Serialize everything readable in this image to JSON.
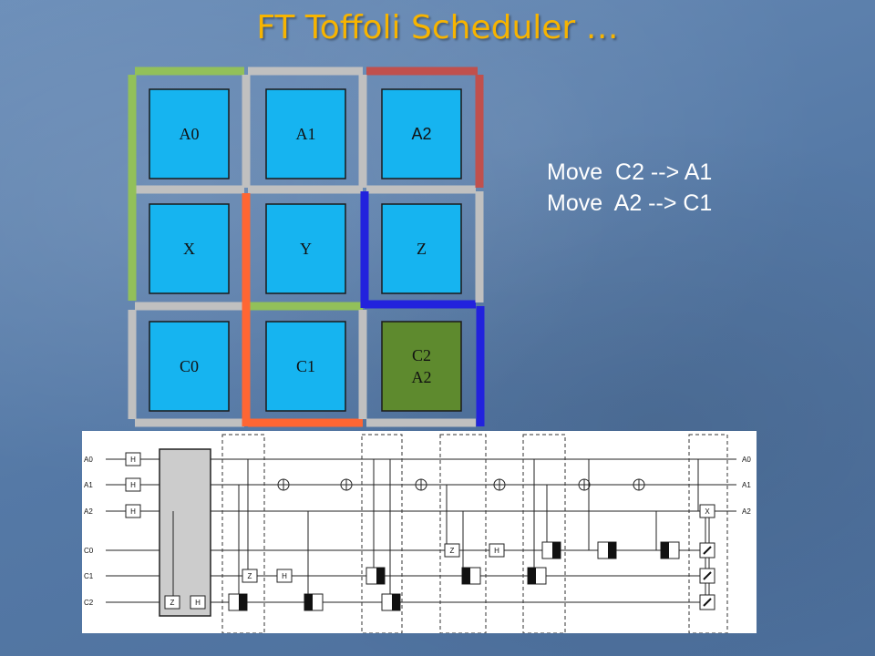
{
  "title": "FT Toffoli Scheduler …",
  "moves": [
    "Move  C2 --> A1",
    "Move  A2 --> C1"
  ],
  "grid_cells": [
    {
      "label": "A0",
      "row": 0,
      "col": 0,
      "fill": "#16b4f0"
    },
    {
      "label": "A1",
      "row": 0,
      "col": 1,
      "fill": "#16b4f0"
    },
    {
      "label": "A2",
      "row": 0,
      "col": 2,
      "fill": "#16b4f0",
      "font": "sans"
    },
    {
      "label": "X",
      "row": 1,
      "col": 0,
      "fill": "#16b4f0"
    },
    {
      "label": "Y",
      "row": 1,
      "col": 1,
      "fill": "#16b4f0"
    },
    {
      "label": "Z",
      "row": 1,
      "col": 2,
      "fill": "#16b4f0"
    },
    {
      "label": "C0",
      "row": 2,
      "col": 0,
      "fill": "#16b4f0"
    },
    {
      "label": "C1",
      "row": 2,
      "col": 1,
      "fill": "#16b4f0"
    },
    {
      "label": "C2\nA2",
      "row": 2,
      "col": 2,
      "fill": "#5e8a2e"
    }
  ],
  "colors": {
    "green": "#92c05a",
    "gray": "#c0c0c0",
    "red": "#c0504d",
    "orange": "#ff6633",
    "blue": "#2222dd",
    "cell_border": "#1a1a1a"
  },
  "circuit": {
    "left_labels": [
      "A0",
      "A1",
      "A2",
      "C0",
      "C1",
      "C2"
    ],
    "right_labels": [
      "A0",
      "A1",
      "A2"
    ],
    "gate_labels": {
      "h": "H",
      "z": "Z",
      "x": "X"
    }
  }
}
